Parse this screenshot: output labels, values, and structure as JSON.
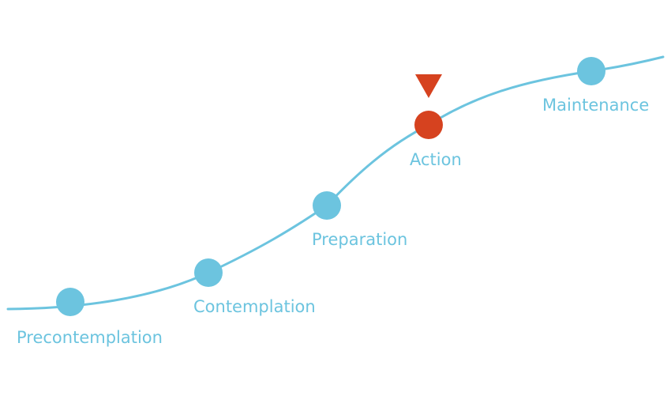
{
  "colors": {
    "curve": "#6cc4df",
    "node": "#6cc4df",
    "active_node": "#d6421f",
    "marker": "#d6421f",
    "label": "#6cc4df",
    "background": "#ffffff"
  },
  "stages": [
    {
      "id": "precontemplation",
      "label": "Precontemplation",
      "active": false
    },
    {
      "id": "contemplation",
      "label": "Contemplation",
      "active": false
    },
    {
      "id": "preparation",
      "label": "Preparation",
      "active": false
    },
    {
      "id": "action",
      "label": "Action",
      "active": true
    },
    {
      "id": "maintenance",
      "label": "Maintenance",
      "active": false
    }
  ],
  "current_stage_marker": "down-triangle-icon"
}
